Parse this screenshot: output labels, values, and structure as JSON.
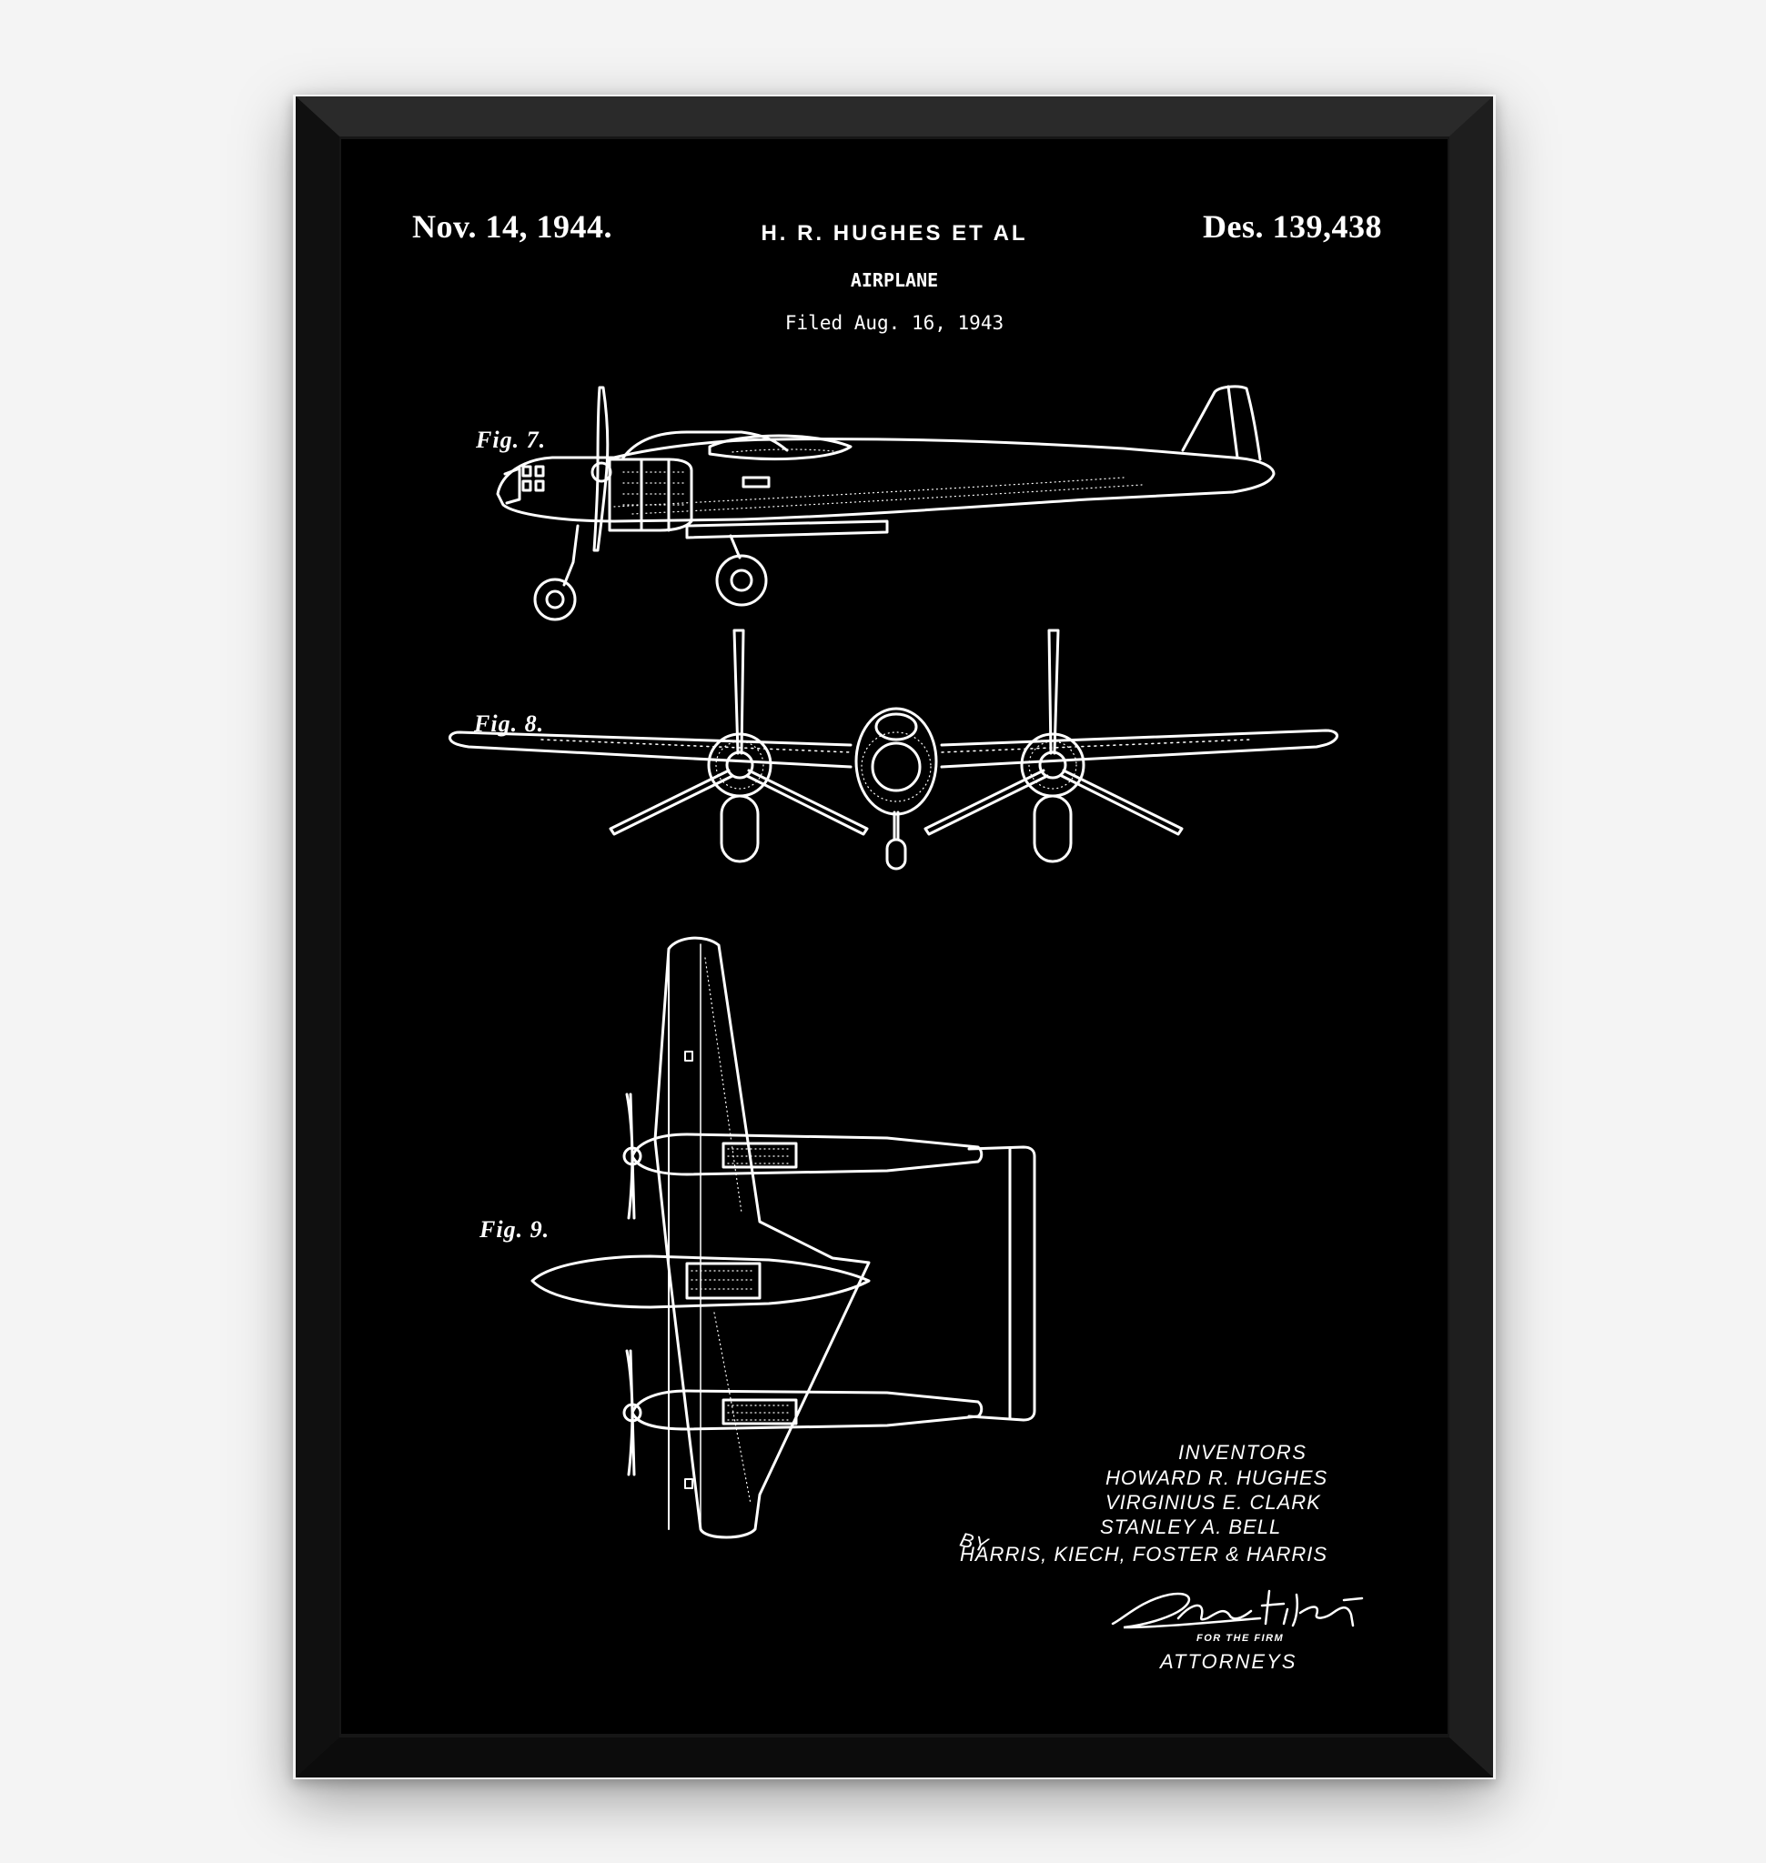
{
  "patent": {
    "date": "Nov. 14, 1944.",
    "number": "Des. 139,438",
    "inventor_header": "H. R. HUGHES ET AL",
    "title": "AIRPLANE",
    "filed": "Filed Aug. 16, 1943"
  },
  "figures": {
    "fig7": "Fig. 7.",
    "fig8": "Fig. 8.",
    "fig9": "Fig. 9."
  },
  "inventors": {
    "heading": "INVENTORS",
    "names": [
      "HOWARD R. HUGHES",
      "VIRGINIUS E. CLARK",
      "STANLEY A. BELL"
    ],
    "by": "BY",
    "firm": "HARRIS, KIECH, FOSTER & HARRIS",
    "signature": "Clarence F. Kiech",
    "for_the_firm": "FOR THE FIRM",
    "attorneys": "ATTORNEYS"
  },
  "colors": {
    "poster_bg": "#000000",
    "ink": "#ffffff",
    "frame": "#161616",
    "wall": "#f4f4f4"
  }
}
